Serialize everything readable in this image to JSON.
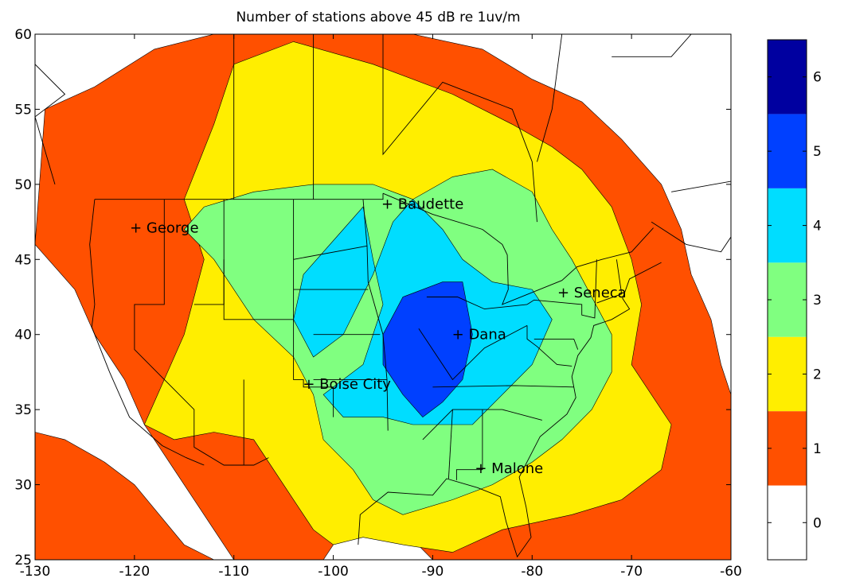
{
  "chart_data": {
    "type": "heatmap",
    "title": "Number of stations above 45 dB re 1uv/m",
    "xlabel": "",
    "ylabel": "",
    "xlim": [
      -130,
      -60
    ],
    "ylim": [
      25,
      60
    ],
    "x_ticks": [
      -130,
      -120,
      -110,
      -100,
      -90,
      -80,
      -70,
      -60
    ],
    "y_ticks": [
      25,
      30,
      35,
      40,
      45,
      50,
      55,
      60
    ],
    "grid": false,
    "colorbar": {
      "levels": [
        0,
        1,
        2,
        3,
        4,
        5,
        6
      ],
      "range": [
        -0.5,
        6.5
      ],
      "colors": [
        "#ffffff",
        "#ff5000",
        "#ffee00",
        "#80ff80",
        "#00ddff",
        "#0040ff",
        "#0000a0"
      ]
    },
    "contour_regions": [
      {
        "value": 1,
        "points": [
          [
            -130,
            46
          ],
          [
            -130,
            33.5
          ],
          [
            -127,
            33
          ],
          [
            -123,
            31.5
          ],
          [
            -120,
            30
          ],
          [
            -115,
            26
          ],
          [
            -112,
            25
          ],
          [
            -130,
            25
          ],
          [
            -130,
            25
          ]
        ]
      },
      {
        "value": 1,
        "points": [
          [
            -130,
            46
          ],
          [
            -129,
            55
          ],
          [
            -124,
            56.5
          ],
          [
            -118,
            59
          ],
          [
            -112,
            60
          ],
          [
            -92,
            60
          ],
          [
            -85,
            59
          ],
          [
            -80,
            57
          ],
          [
            -75,
            55.5
          ],
          [
            -71,
            53
          ],
          [
            -67,
            50
          ],
          [
            -65,
            47
          ],
          [
            -64,
            44
          ],
          [
            -62,
            41
          ],
          [
            -61,
            38
          ],
          [
            -60,
            36
          ],
          [
            -60,
            25
          ],
          [
            -90,
            25
          ],
          [
            -93,
            27
          ],
          [
            -96,
            28
          ],
          [
            -99,
            27
          ],
          [
            -101,
            25
          ],
          [
            -110,
            25
          ],
          [
            -112,
            27
          ],
          [
            -116,
            31
          ],
          [
            -119,
            34
          ],
          [
            -121,
            37
          ],
          [
            -124,
            40
          ],
          [
            -126,
            43
          ]
        ]
      },
      {
        "value": 2,
        "points": [
          [
            -119,
            34
          ],
          [
            -115,
            40
          ],
          [
            -113,
            45
          ],
          [
            -115,
            49
          ],
          [
            -112,
            54
          ],
          [
            -110,
            58
          ],
          [
            -104,
            59.5
          ],
          [
            -96,
            58
          ],
          [
            -88,
            56
          ],
          [
            -82,
            54
          ],
          [
            -78,
            52.5
          ],
          [
            -75,
            51
          ],
          [
            -72,
            48.5
          ],
          [
            -70,
            45
          ],
          [
            -69,
            42
          ],
          [
            -70,
            38
          ],
          [
            -66,
            34
          ],
          [
            -67,
            31
          ],
          [
            -71,
            29
          ],
          [
            -76,
            28
          ],
          [
            -83,
            27
          ],
          [
            -88,
            25.5
          ],
          [
            -93,
            26
          ],
          [
            -97,
            26.5
          ],
          [
            -100,
            26
          ],
          [
            -102,
            27
          ],
          [
            -105,
            30
          ],
          [
            -108,
            33
          ],
          [
            -112,
            33.5
          ],
          [
            -116,
            33
          ]
        ]
      },
      {
        "value": 3,
        "points": [
          [
            -115,
            47
          ],
          [
            -112,
            45
          ],
          [
            -108,
            41
          ],
          [
            -104,
            38.5
          ],
          [
            -102,
            36
          ],
          [
            -101,
            33
          ],
          [
            -98,
            31
          ],
          [
            -96,
            29
          ],
          [
            -93,
            28
          ],
          [
            -88,
            29
          ],
          [
            -84,
            30
          ],
          [
            -80,
            31.5
          ],
          [
            -77,
            33
          ],
          [
            -74,
            35
          ],
          [
            -72,
            37.5
          ],
          [
            -72,
            40
          ],
          [
            -74,
            42.5
          ],
          [
            -76,
            45
          ],
          [
            -78,
            47
          ],
          [
            -80,
            49.5
          ],
          [
            -84,
            51
          ],
          [
            -88,
            50.5
          ],
          [
            -92,
            49
          ],
          [
            -96,
            50
          ],
          [
            -102,
            50
          ],
          [
            -108,
            49.5
          ],
          [
            -113,
            48.5
          ]
        ]
      },
      {
        "value": 4,
        "points": [
          [
            -104,
            41
          ],
          [
            -103,
            44
          ],
          [
            -99,
            47
          ],
          [
            -97,
            48.5
          ],
          [
            -96,
            45
          ],
          [
            -95,
            42
          ],
          [
            -97,
            38
          ],
          [
            -101,
            36
          ],
          [
            -99,
            34.5
          ],
          [
            -95,
            34.5
          ],
          [
            -92,
            34
          ],
          [
            -86,
            34
          ],
          [
            -83,
            36
          ],
          [
            -80,
            38
          ],
          [
            -78,
            41
          ],
          [
            -80,
            43
          ],
          [
            -84,
            43.5
          ],
          [
            -87,
            45
          ],
          [
            -89,
            47
          ],
          [
            -92,
            49
          ],
          [
            -94,
            47.5
          ],
          [
            -96,
            44
          ],
          [
            -99,
            40
          ],
          [
            -102,
            38.5
          ]
        ]
      },
      {
        "value": 5,
        "points": [
          [
            -95,
            40
          ],
          [
            -93,
            42.5
          ],
          [
            -89,
            43.5
          ],
          [
            -87,
            43.5
          ],
          [
            -86,
            40
          ],
          [
            -87,
            37
          ],
          [
            -89,
            35.5
          ],
          [
            -91,
            34.5
          ],
          [
            -93,
            36
          ],
          [
            -95,
            38
          ]
        ]
      }
    ],
    "stations": [
      {
        "name": "George",
        "lon": -119.9,
        "lat": 47.1
      },
      {
        "name": "Baudette",
        "lon": -94.6,
        "lat": 48.7
      },
      {
        "name": "Seneca",
        "lon": -76.9,
        "lat": 42.8
      },
      {
        "name": "Dana",
        "lon": -87.5,
        "lat": 40.0
      },
      {
        "name": "Boise City",
        "lon": -102.5,
        "lat": 36.7
      },
      {
        "name": "Malone",
        "lon": -85.2,
        "lat": 31.1
      }
    ]
  }
}
